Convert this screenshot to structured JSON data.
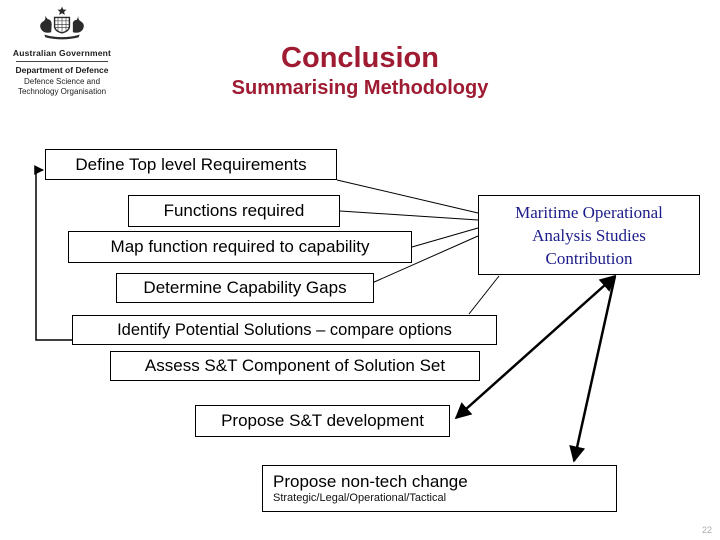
{
  "colors": {
    "title_text": "#9E1B32",
    "maritime_text": "#1C1C8A",
    "page_number": "#ABABAB"
  },
  "logo": {
    "gov_label": "Australian Government",
    "dept_label": "Department of Defence",
    "org_line1": "Defence Science and",
    "org_line2": "Technology Organisation"
  },
  "header": {
    "title": "Conclusion",
    "subtitle": "Summarising Methodology"
  },
  "flowchart": {
    "boxes": [
      {
        "label": "Define Top level Requirements"
      },
      {
        "label": "Functions required"
      },
      {
        "label": "Map function required to capability"
      },
      {
        "label": "Determine Capability Gaps"
      },
      {
        "label": "Identify Potential Solutions – compare options"
      },
      {
        "label": "Assess S&T Component of Solution Set"
      },
      {
        "label": "Propose S&T development"
      },
      {
        "label": "Propose non-tech change",
        "sublabel": "Strategic/Legal/Operational/Tactical"
      }
    ],
    "maritime_box": {
      "label": "Maritime Operational Analysis Studies Contribution"
    }
  },
  "footer": {
    "page_number": "22"
  }
}
